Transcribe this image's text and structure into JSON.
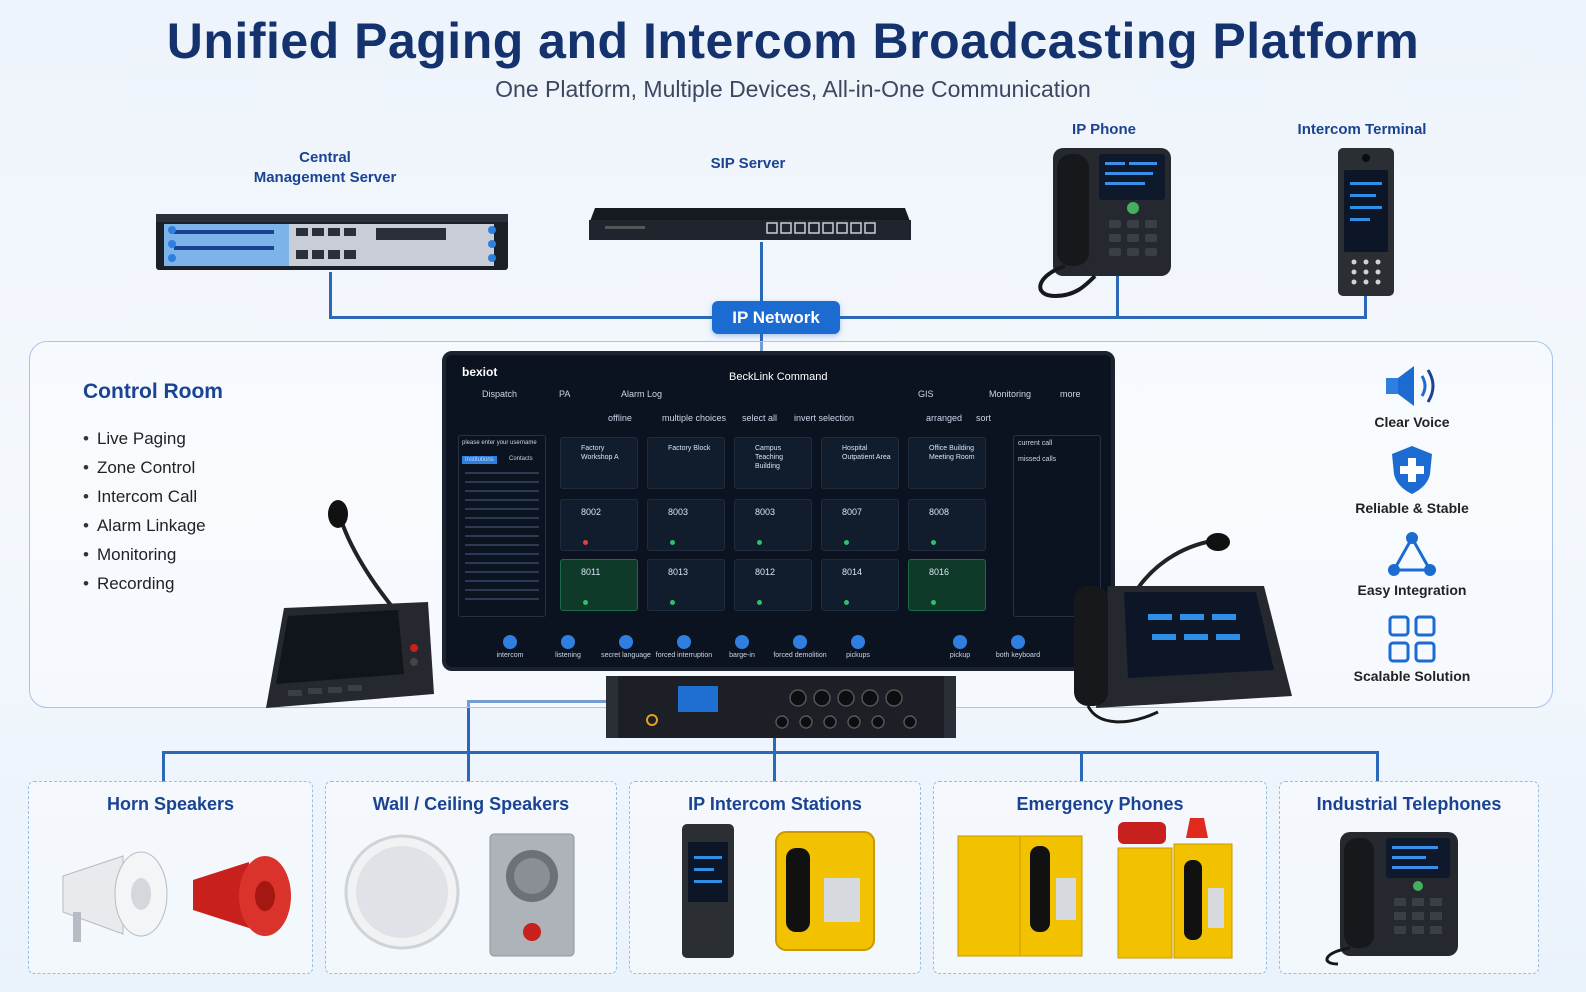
{
  "header": {
    "title": "Unified Paging and Intercom Broadcasting Platform",
    "subtitle": "One Platform, Multiple Devices, All-in-One Communication"
  },
  "top_devices": {
    "central_server": "Central\nManagement Server",
    "sip_server": "SIP Server",
    "ip_phone": "IP Phone",
    "intercom_terminal": "Intercom Terminal"
  },
  "network_label": "IP Network",
  "control_room": {
    "title": "Control Room",
    "features": [
      "Live Paging",
      "Zone Control",
      "Intercom Call",
      "Alarm Linkage",
      "Monitoring",
      "Recording"
    ]
  },
  "software": {
    "brand": "bexiot",
    "app_title": "BeckLink Command",
    "nav": [
      "Dispatch",
      "PA",
      "Alarm Log",
      "GIS",
      "Monitoring",
      "more"
    ],
    "filters": [
      "offline",
      "multiple choices",
      "select all",
      "invert selection",
      "arranged",
      "sort"
    ],
    "search_placeholder": "please enter your username",
    "tabs": [
      "Institutions",
      "Contacts"
    ],
    "zones": [
      "Factory Workshop A",
      "Factory Block",
      "Campus Teaching Building",
      "Hospital Outpatient Area",
      "Office Building Meeting Room"
    ],
    "extensions": [
      {
        "num": "8002",
        "status": "offline"
      },
      {
        "num": "8003",
        "status": "Online"
      },
      {
        "num": "8003",
        "status": "Online"
      },
      {
        "num": "8007",
        "status": "Online"
      },
      {
        "num": "8008",
        "status": "Online"
      },
      {
        "num": "8011",
        "status": "Online"
      },
      {
        "num": "8013",
        "status": "Online"
      },
      {
        "num": "8012",
        "status": "Online"
      },
      {
        "num": "8014",
        "status": "Online"
      },
      {
        "num": "8016",
        "status": "Online"
      }
    ],
    "right_panel": [
      "current call",
      "missed calls"
    ],
    "tools": [
      "intercom",
      "listening",
      "secret language",
      "forced interruption",
      "barge-in",
      "forced demolition",
      "pickups",
      "pickup",
      "both keyboard"
    ]
  },
  "benefits": [
    "Clear Voice",
    "Reliable & Stable",
    "Easy Integration",
    "Scalable Solution"
  ],
  "endpoints": [
    "Horn Speakers",
    "Wall / Ceiling Speakers",
    "IP Intercom Stations",
    "Emergency Phones",
    "Industrial Telephones"
  ],
  "colors": {
    "title": "#14326e",
    "accent": "#1c6bd0",
    "wire": "#2b68b8",
    "label": "#1a4393",
    "horn_red": "#c8201c",
    "phone_yellow": "#f2c200"
  }
}
